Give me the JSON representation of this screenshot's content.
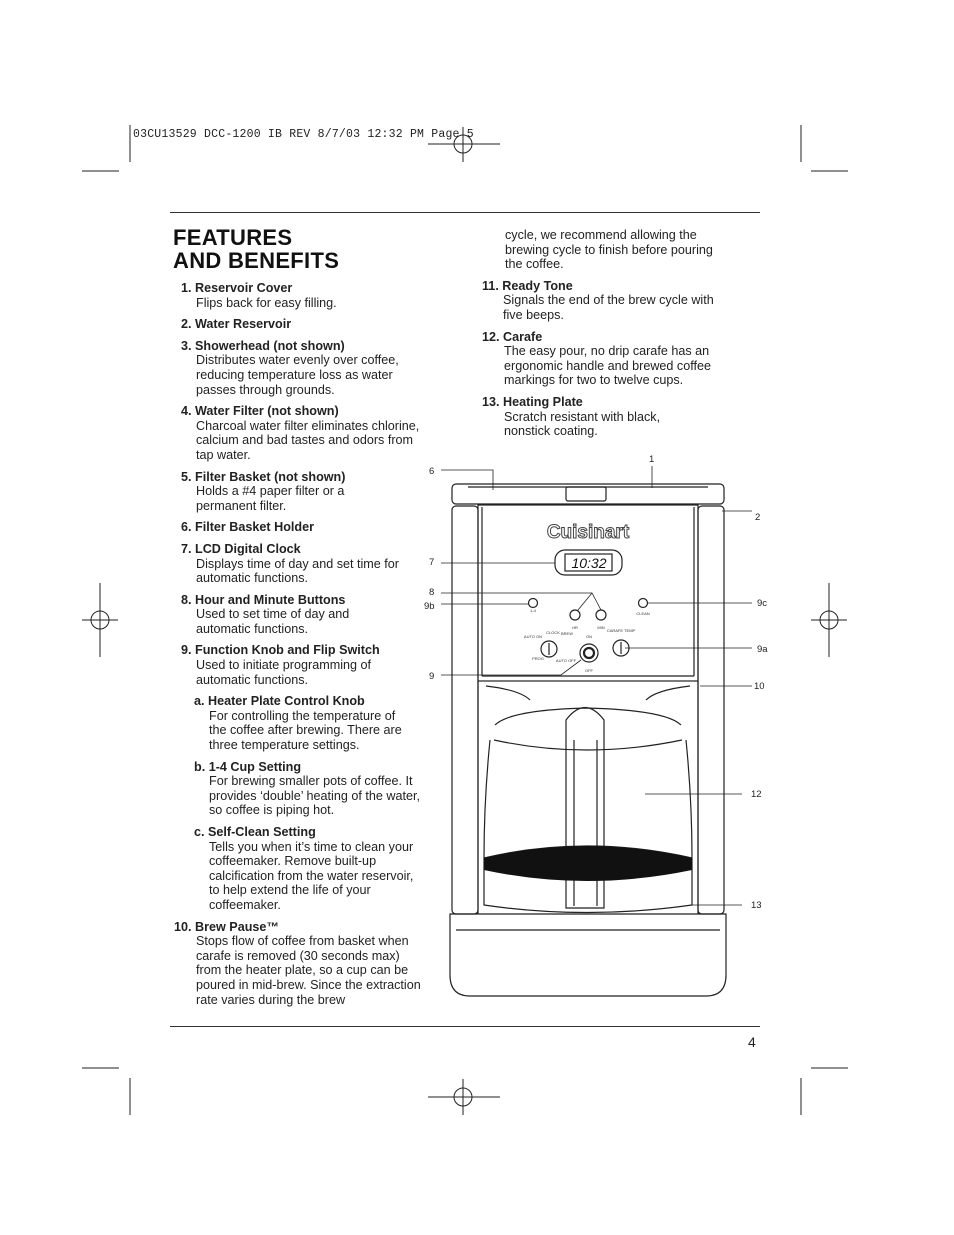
{
  "slug": {
    "text": "03CU13529 DCC-1200 IB REV  8/7/03  12:32 PM  Page 5"
  },
  "section": {
    "title_line1": "FEATURES",
    "title_line2": "AND BENEFITS"
  },
  "left_items": [
    {
      "heading": "1. Reservoir Cover",
      "desc": "Flips back for easy filling."
    },
    {
      "heading": "2. Water Reservoir",
      "desc": ""
    },
    {
      "heading": "3. Showerhead (not shown)",
      "desc": "Distributes water evenly over coffee, reducing temperature loss as water passes through grounds."
    },
    {
      "heading": "4. Water Filter (not shown)",
      "desc": "Charcoal water filter eliminates chlorine, calcium and bad tastes and odors from tap water."
    },
    {
      "heading": "5. Filter Basket (not shown)",
      "desc": "Holds a #4 paper filter or a permanent filter."
    },
    {
      "heading": "6. Filter Basket Holder",
      "desc": ""
    },
    {
      "heading": "7. LCD Digital Clock",
      "desc": "Displays time of day and set time for automatic functions."
    },
    {
      "heading": "8. Hour and Minute Buttons",
      "desc": "Used to set time of day and automatic functions."
    },
    {
      "heading": "9. Function Knob and Flip Switch",
      "desc": "Used to initiate programming of automatic functions."
    }
  ],
  "sub_items": [
    {
      "heading": "a. Heater Plate Control Knob",
      "desc": "For controlling the temperature of the coffee after brewing. There are three temperature settings."
    },
    {
      "heading": "b. 1-4 Cup Setting",
      "desc": "For brewing smaller pots of coffee. It provides ‘double’ heating of the water, so coffee is piping hot."
    },
    {
      "heading": "c. Self-Clean Setting",
      "desc": "Tells you when it’s time to clean your coffeemaker. Remove built-up calcification from the water reservoir, to help extend the life of your coffeemaker."
    }
  ],
  "brew_pause": {
    "heading": "10. Brew Pause™",
    "desc": "Stops flow of coffee from basket when carafe is removed (30 seconds max) from the heater plate, so a cup can be poured in mid-brew. Since the extraction rate varies during the brew"
  },
  "right_continuation": "cycle, we recommend allowing the brewing cycle to finish before pouring the coffee.",
  "right_items": [
    {
      "heading": "11. Ready Tone",
      "desc": "Signals the end of the brew cycle with five beeps."
    },
    {
      "heading": "12. Carafe",
      "desc": "The easy pour, no drip carafe has an ergonomic handle and brewed coffee markings for two to twelve cups."
    },
    {
      "heading": "13. Heating Plate",
      "desc": "Scratch resistant with black, nonstick coating."
    }
  ],
  "diagram": {
    "brand": "Cuisinart",
    "clock": "10:32",
    "labels": {
      "c1": "1",
      "c2": "2",
      "c6": "6",
      "c7": "7",
      "c8": "8",
      "c9b": "9b",
      "c9c": "9c",
      "c9a": "9a",
      "c9": "9",
      "c10": "10",
      "c12": "12",
      "c13": "13"
    },
    "panel": {
      "hr": "HR",
      "min": "MIN",
      "clean": "CLEAN",
      "auto_on": "AUTO ON",
      "clock_lbl": "CLOCK",
      "on": "ON",
      "brew": "BREW",
      "prog": "PROG",
      "auto_off": "AUTO OFF",
      "carafe_temp": "CARAFE TEMP",
      "off": "OFF",
      "cups": "1-4"
    }
  },
  "page_number": "4"
}
